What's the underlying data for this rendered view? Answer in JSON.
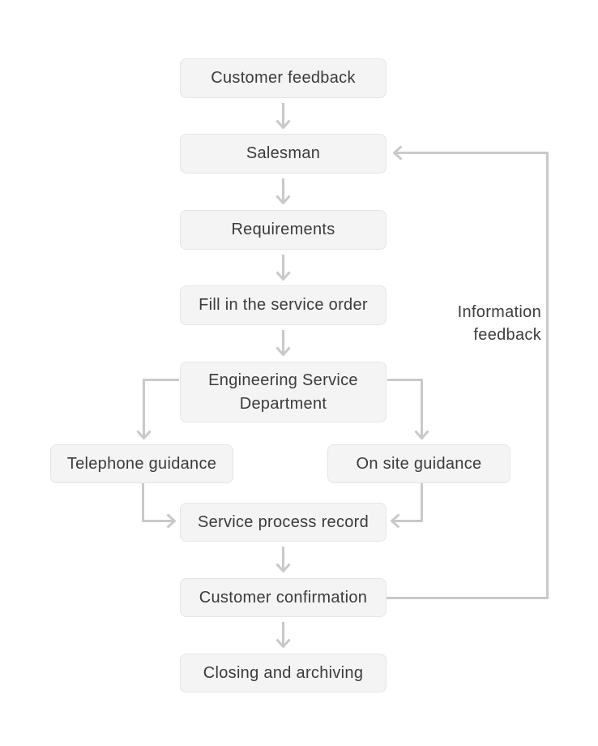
{
  "diagram": {
    "type": "flowchart",
    "nodes": {
      "customer_feedback": {
        "label": "Customer feedback"
      },
      "salesman": {
        "label": "Salesman"
      },
      "requirements": {
        "label": "Requirements"
      },
      "fill_in_the_service_order": {
        "label": "Fill in the service order"
      },
      "engineering_service_department": {
        "label": "Engineering Service Department"
      },
      "telephone_guidance": {
        "label": "Telephone guidance"
      },
      "on_site_guidance": {
        "label": "On site guidance"
      },
      "service_process_record": {
        "label": "Service process record"
      },
      "customer_confirmation": {
        "label": "Customer confirmation"
      },
      "closing_and_archiving": {
        "label": "Closing and archiving"
      }
    },
    "edge_labels": {
      "information_feedback": "Information feedback"
    },
    "edges": [
      {
        "from": "Customer feedback",
        "to": "Salesman"
      },
      {
        "from": "Salesman",
        "to": "Requirements"
      },
      {
        "from": "Requirements",
        "to": "Fill in the service order"
      },
      {
        "from": "Fill in the service order",
        "to": "Engineering Service Department"
      },
      {
        "from": "Engineering Service Department",
        "to": "Telephone guidance"
      },
      {
        "from": "Engineering Service Department",
        "to": "On site guidance"
      },
      {
        "from": "Telephone guidance",
        "to": "Service process record"
      },
      {
        "from": "On site guidance",
        "to": "Service process record"
      },
      {
        "from": "Service process record",
        "to": "Customer confirmation"
      },
      {
        "from": "Customer confirmation",
        "to": "Closing and archiving"
      },
      {
        "from": "Customer confirmation",
        "to": "Salesman",
        "label": "Information feedback"
      }
    ],
    "colors": {
      "background": "#ffffff",
      "node_fill": "#f4f4f4",
      "node_border": "#e5e5e5",
      "connector": "#c9c9c9",
      "text": "#3b3b3b"
    }
  }
}
